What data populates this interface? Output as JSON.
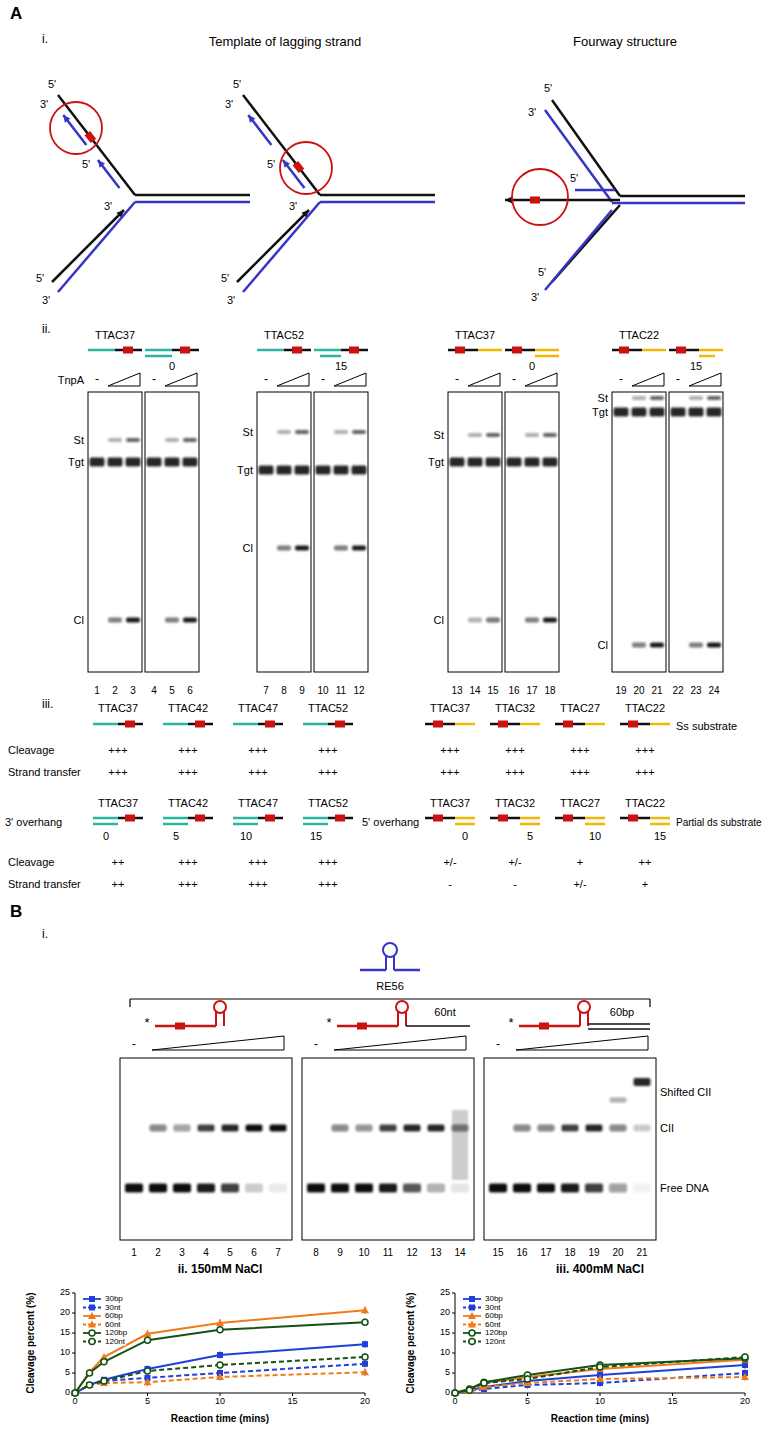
{
  "diagram": {
    "labels": [
      "A",
      "i.",
      "Template of lagging strand",
      "Fourway structure",
      "5'",
      "3'",
      "5'",
      "3'",
      "5'",
      "3'",
      "5'",
      "3'",
      "5'",
      "3'",
      "5'",
      "3'",
      "5'",
      "3'",
      "5'",
      "5'",
      "3'",
      "ii.",
      "TTAC37",
      "TTAC52",
      "TTAC37",
      "TTAC22",
      "0",
      "15",
      "0",
      "15",
      "TnpA",
      "-",
      "-",
      "-",
      "-",
      "-",
      "-",
      "-",
      "-",
      "St",
      "Tgt",
      "Cl",
      "St",
      "Tgt",
      "Cl",
      "St",
      "Tgt",
      "Cl",
      "St",
      "Tgt",
      "Cl",
      "1",
      "2",
      "3",
      "4",
      "5",
      "6",
      "7",
      "8",
      "9",
      "10",
      "11",
      "12",
      "13",
      "14",
      "15",
      "16",
      "17",
      "18",
      "19",
      "20",
      "21",
      "22",
      "23",
      "24",
      "iii.",
      "TTAC37",
      "TTAC42",
      "TTAC47",
      "TTAC52",
      "TTAC37",
      "TTAC32",
      "TTAC27",
      "TTAC22",
      "Ss substrate",
      "Cleavage",
      "+++",
      "+++",
      "+++",
      "+++",
      "+++",
      "+++",
      "+++",
      "+++",
      "Strand transfer",
      "+++",
      "+++",
      "+++",
      "+++",
      "+++",
      "+++",
      "+++",
      "+++",
      "3' overhang",
      "TTAC37",
      "TTAC42",
      "TTAC47",
      "TTAC52",
      "0",
      "5",
      "10",
      "15",
      "5' overhang",
      "TTAC37",
      "TTAC32",
      "TTAC27",
      "TTAC22",
      "0",
      "5",
      "10",
      "15",
      "Partial ds substrate",
      "Cleavage",
      "++",
      "+++",
      "+++",
      "+++",
      "+/-",
      "+/-",
      "+",
      "++",
      "Strand transfer",
      "++",
      "+++",
      "+++",
      "+++",
      "-",
      "-",
      "+/-",
      "+",
      "B",
      "i.",
      "RE56",
      "*",
      "*",
      "60nt",
      "*",
      "60bp",
      "-",
      "-",
      "-",
      "1",
      "2",
      "3",
      "4",
      "5",
      "6",
      "7",
      "8",
      "9",
      "10",
      "11",
      "12",
      "13",
      "14",
      "15",
      "16",
      "17",
      "18",
      "19",
      "20",
      "21",
      "Shifted CII",
      "CII",
      "Free DNA",
      "ii. 150mM NaCl",
      "Cleavage percent (%)",
      "0",
      "5",
      "10",
      "15",
      "20",
      "25",
      "0",
      "5",
      "10",
      "15",
      "20",
      "Reaction time (mins)",
      "iii. 400mM NaCl",
      "Cleavage percent (%)",
      "0",
      "5",
      "10",
      "15",
      "20",
      "25",
      "0",
      "5",
      "10",
      "15",
      "20",
      "Reaction time (mins)"
    ],
    "legend": [
      {
        "text": "30bp"
      },
      {
        "text": "30nt"
      },
      {
        "text": "60bp"
      },
      {
        "text": "60nt"
      },
      {
        "text": "120bp"
      },
      {
        "text": "120nt"
      },
      {
        "text": "30bp"
      },
      {
        "text": "30nt"
      },
      {
        "text": "60bp"
      },
      {
        "text": "60nt"
      },
      {
        "text": "120bp"
      },
      {
        "text": "120nt"
      }
    ]
  }
}
